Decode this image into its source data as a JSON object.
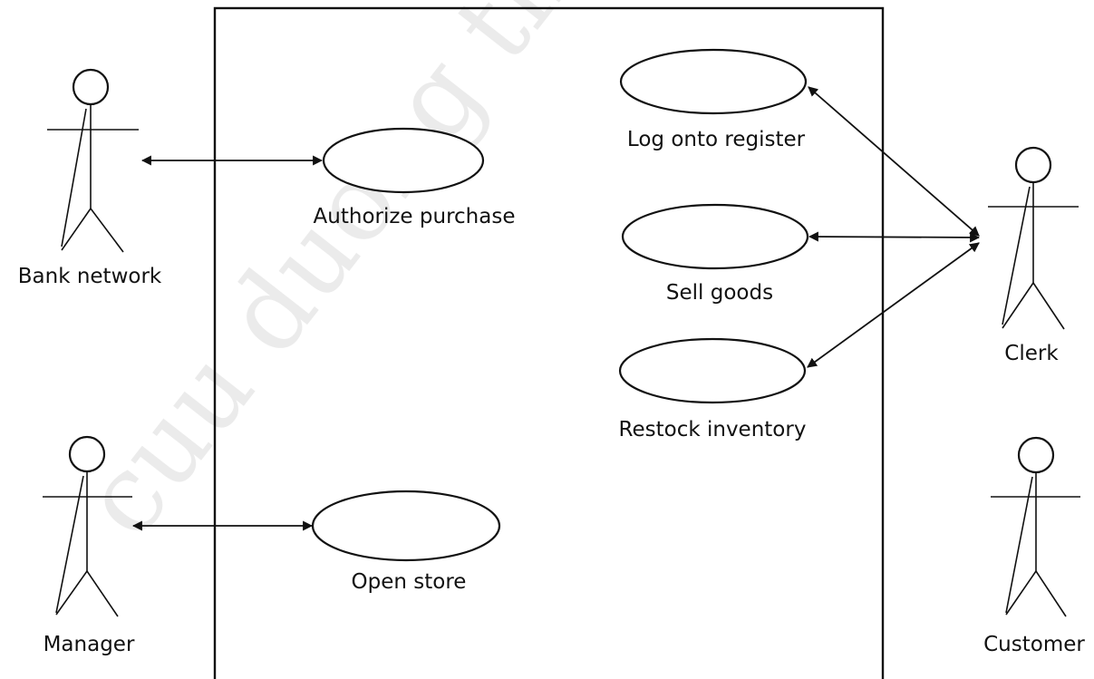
{
  "watermark": "cuu duong than cong",
  "actors": {
    "bank_network": "Bank network",
    "manager": "Manager",
    "clerk": "Clerk",
    "customer": "Customer"
  },
  "use_cases": {
    "authorize_purchase": "Authorize purchase",
    "open_store": "Open store",
    "log_onto_register": "Log onto register",
    "sell_goods": "Sell goods",
    "restock_inventory": "Restock inventory"
  },
  "colors": {
    "ink": "#111111",
    "background": "#ffffff",
    "watermark": "#dcdcdc"
  }
}
